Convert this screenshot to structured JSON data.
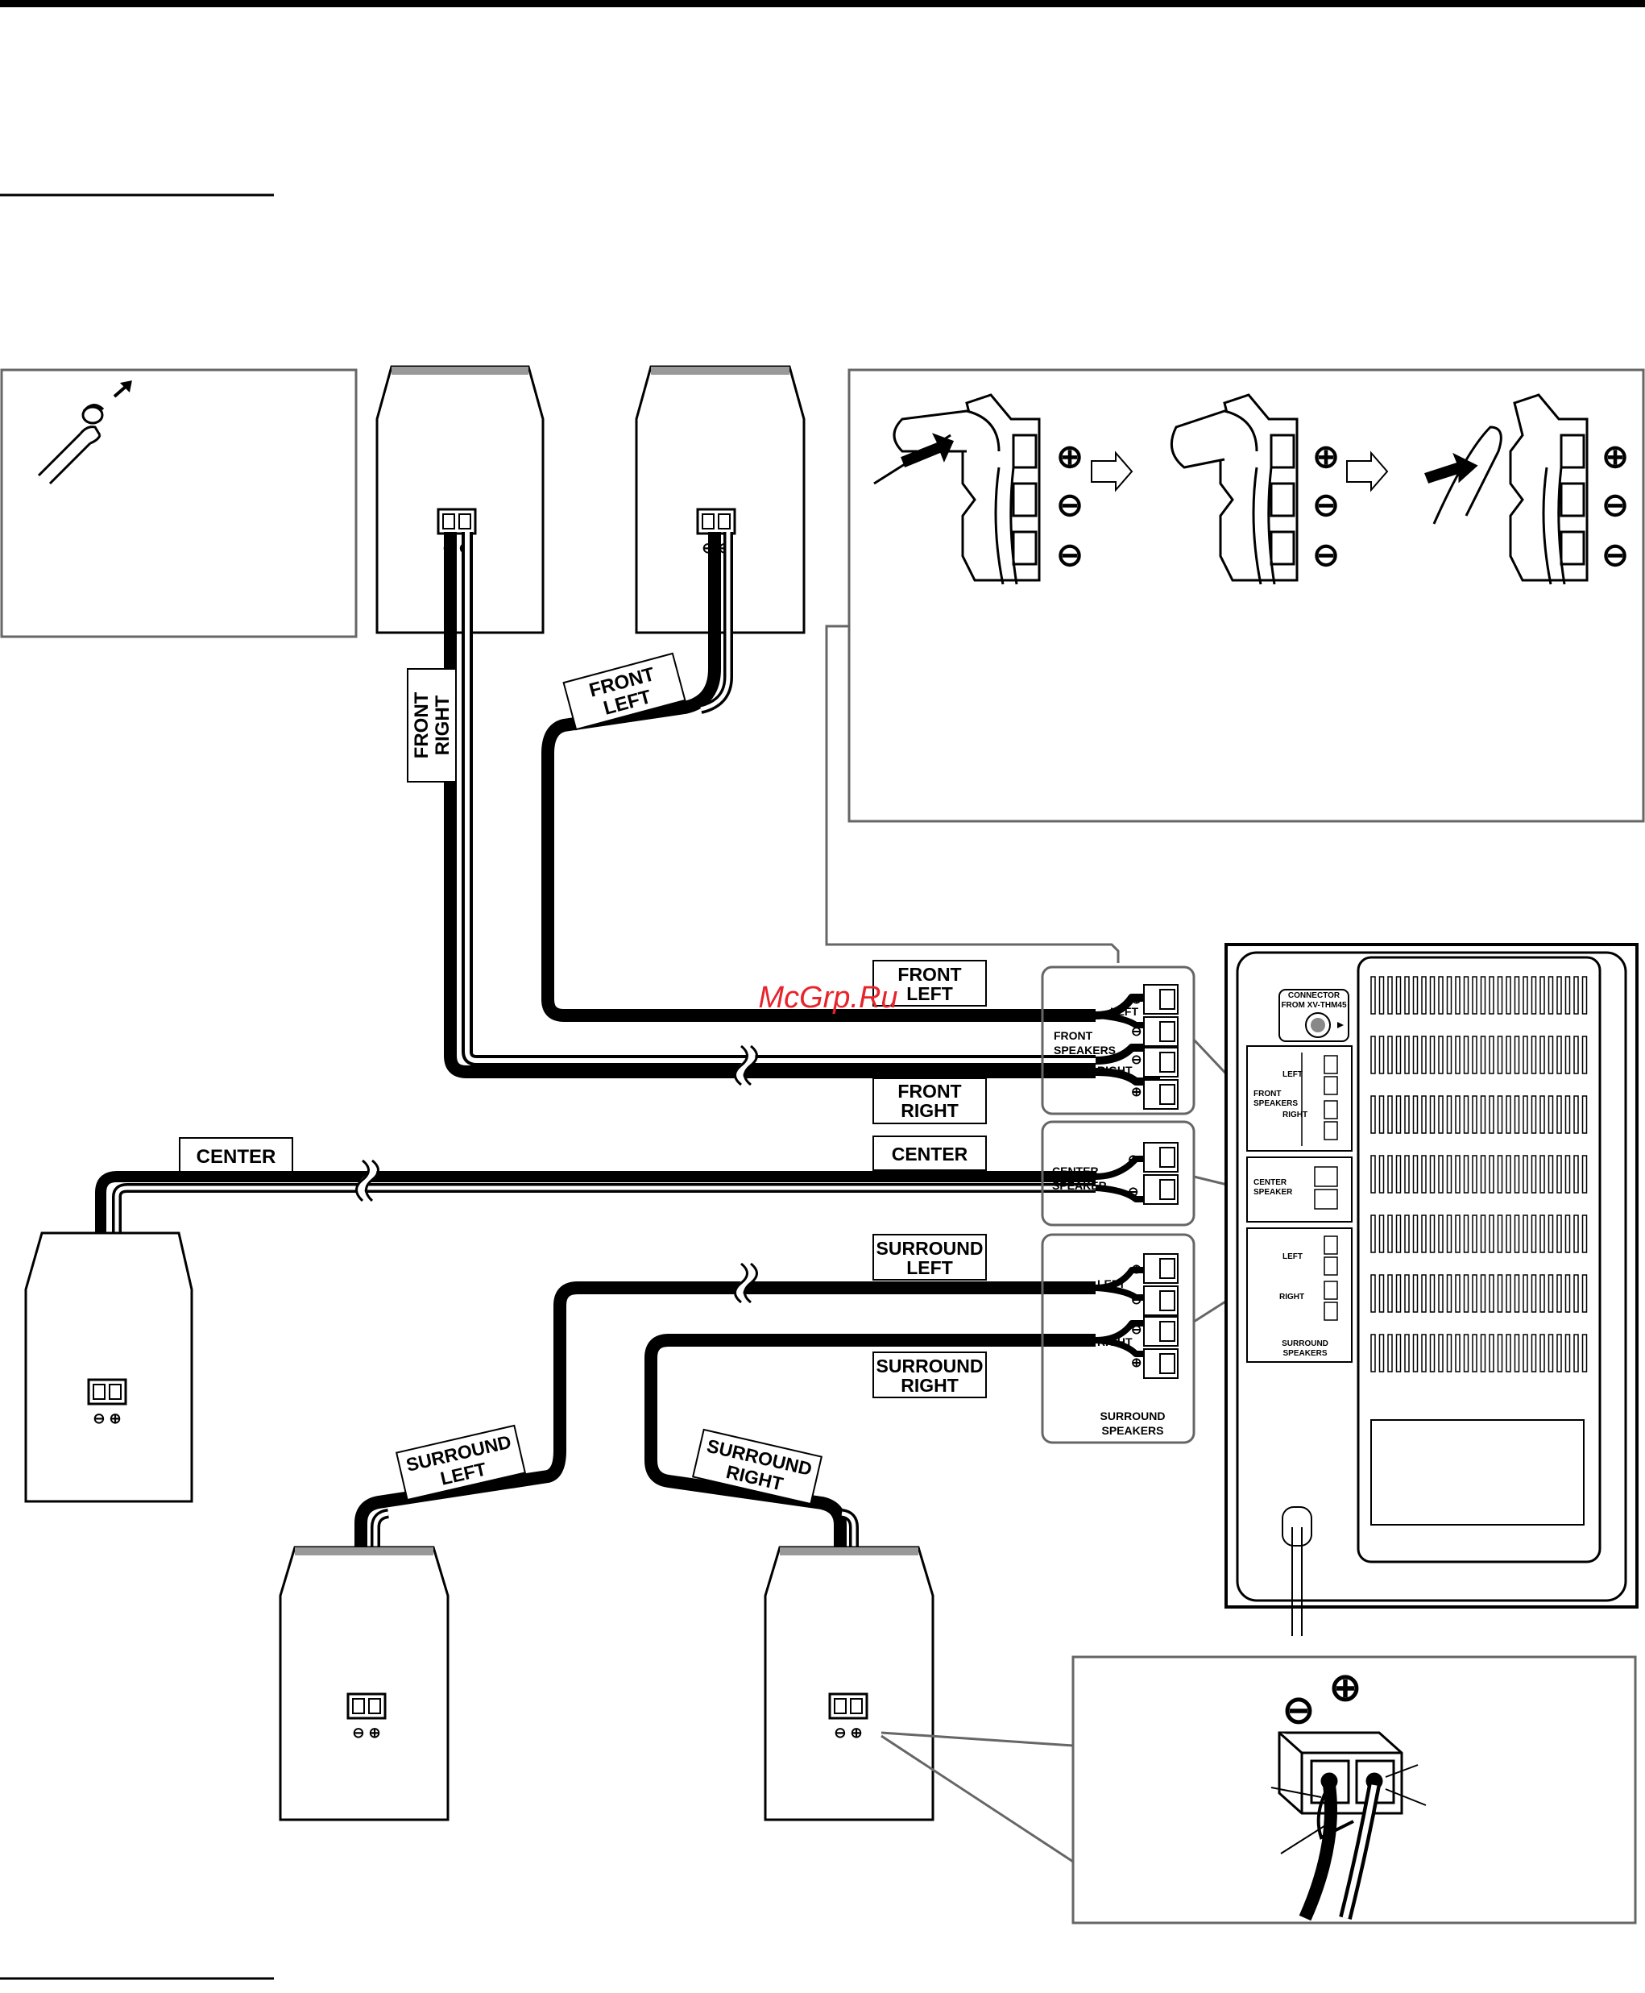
{
  "labels": {
    "front_right_wire": [
      "FRONT",
      "RIGHT"
    ],
    "front_left_wire": [
      "FRONT",
      "LEFT"
    ],
    "center_wire": "CENTER",
    "surround_left_wire": [
      "SURROUND",
      "LEFT"
    ],
    "surround_right_wire": [
      "SURROUND",
      "RIGHT"
    ],
    "tag_front_left": [
      "FRONT",
      "LEFT"
    ],
    "tag_front_right": [
      "FRONT",
      "RIGHT"
    ],
    "tag_center": "CENTER",
    "tag_surround_left": [
      "SURROUND",
      "LEFT"
    ],
    "tag_surround_right": [
      "SURROUND",
      "RIGHT"
    ]
  },
  "terminal_panel": {
    "front_speakers": [
      "FRONT",
      "SPEAKERS"
    ],
    "left": "LEFT",
    "right": "RIGHT",
    "center_speaker": [
      "CENTER",
      "SPEAKER"
    ],
    "surround_speakers": [
      "SURROUND",
      "SPEAKERS"
    ]
  },
  "subwoofer_panel": {
    "connector": [
      "CONNECTOR",
      "FROM XV-THM45"
    ],
    "front_speakers": [
      "FRONT",
      "SPEAKERS"
    ],
    "center_speaker": [
      "CENTER",
      "SPEAKER"
    ],
    "surround_speakers": [
      "SURROUND",
      "SPEAKERS"
    ],
    "left": "LEFT",
    "right": "RIGHT"
  },
  "polarity": {
    "plus": "⊕",
    "minus": "⊖",
    "plus_minus": "⊖ ⊕"
  },
  "watermark": "McGrp.Ru"
}
